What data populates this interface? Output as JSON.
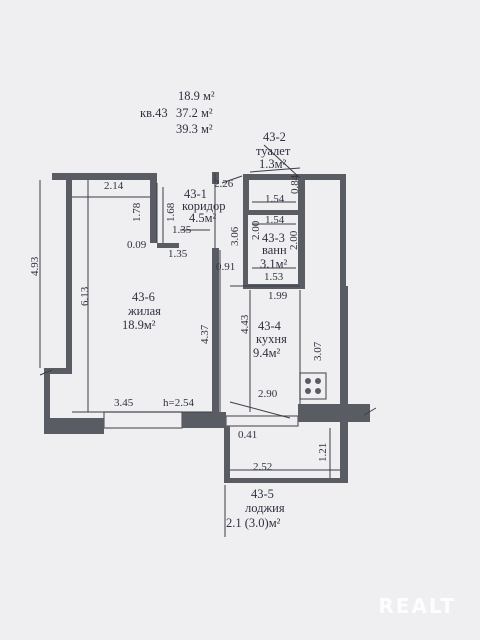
{
  "summary": {
    "living": "18.9 м²",
    "apt_label": "кв.43",
    "total": "37.2 м²",
    "with_loggia": "39.3 м²"
  },
  "rooms": {
    "toilet": {
      "code": "43-2",
      "name": "туалет",
      "area": "1.3м²"
    },
    "corridor": {
      "code": "43-1",
      "name": "коридор",
      "area": "4.5м²"
    },
    "bath": {
      "code": "43-3",
      "name": "ванн",
      "area": "3.1м²"
    },
    "living": {
      "code": "43-6",
      "name": "жилая",
      "area": "18.9м²"
    },
    "kitchen": {
      "code": "43-4",
      "name": "кухня",
      "area": "9.4м²"
    },
    "loggia": {
      "code": "43-5",
      "name": "лоджия",
      "area": "2.1 (3.0)м²"
    }
  },
  "dims": {
    "d214": "2.14",
    "d178": "1.78",
    "d168": "1.68",
    "d135a": "1.35",
    "d009": "0.09",
    "d135b": "1.35",
    "d226": "2.26",
    "d154a": "1.54",
    "d084": "0.84",
    "d154b": "1.54",
    "d200a": "2.00",
    "d306": "3.06",
    "d200b": "2.00",
    "d153": "1.53",
    "d091": "0.91",
    "d199": "1.99",
    "d493": "4.93",
    "d613": "6.13",
    "d437": "4.37",
    "d443": "4.43",
    "d307": "3.07",
    "d345": "3.45",
    "dh": "h=2.54",
    "d290": "2.90",
    "d041": "0.41",
    "d121": "1.21",
    "d252": "2.52"
  },
  "watermark": "REALT"
}
